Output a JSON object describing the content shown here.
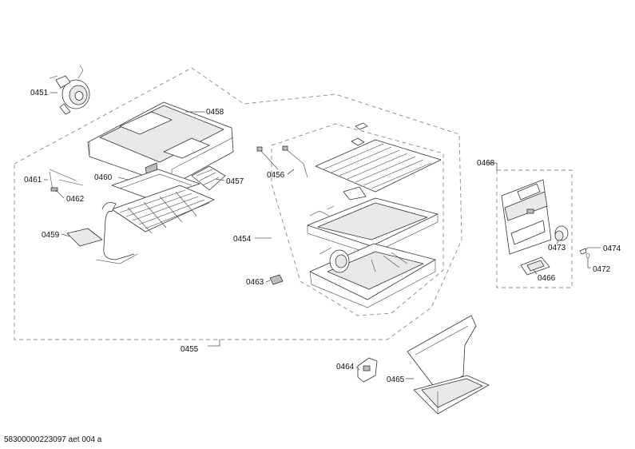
{
  "labels": {
    "p0451": "0451",
    "p0458": "0458",
    "p0461": "0461",
    "p0460": "0460",
    "p0457": "0457",
    "p0462": "0462",
    "p0459": "0459",
    "p0456": "0456",
    "p0454": "0454",
    "p0463": "0463",
    "p0455": "0455",
    "p0468": "0468",
    "p0473": "0473",
    "p0474": "0474",
    "p0472": "0472",
    "p0466": "0466",
    "p0464": "0464",
    "p0465": "0465"
  },
  "footer": "58300000223097 aet 004 a"
}
